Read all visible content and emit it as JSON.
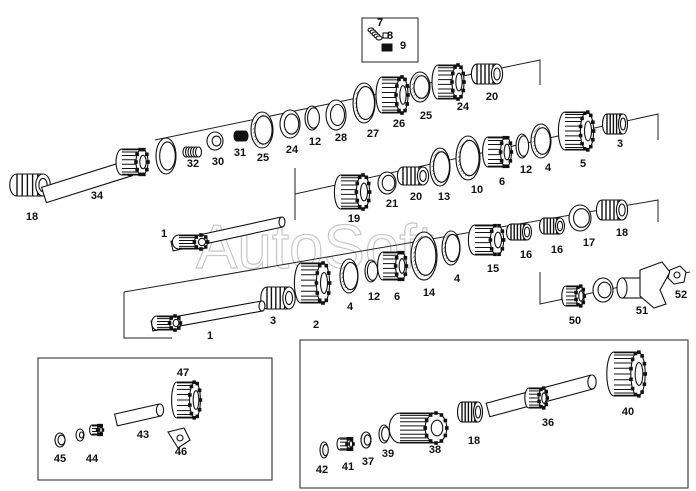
{
  "diagram": {
    "watermark": "AutoSoft",
    "callouts": [
      {
        "id": "c7",
        "text": "7"
      },
      {
        "id": "c8",
        "text": "8"
      },
      {
        "id": "c9",
        "text": "9"
      },
      {
        "id": "c20a",
        "text": "20"
      },
      {
        "id": "c24a",
        "text": "24"
      },
      {
        "id": "c25a",
        "text": "25"
      },
      {
        "id": "c26",
        "text": "26"
      },
      {
        "id": "c27",
        "text": "27"
      },
      {
        "id": "c28",
        "text": "28"
      },
      {
        "id": "c12a",
        "text": "12"
      },
      {
        "id": "c24b",
        "text": "24"
      },
      {
        "id": "c25b",
        "text": "25"
      },
      {
        "id": "c31",
        "text": "31"
      },
      {
        "id": "c30",
        "text": "30"
      },
      {
        "id": "c32",
        "text": "32"
      },
      {
        "id": "c34",
        "text": "34"
      },
      {
        "id": "c18a",
        "text": "18"
      },
      {
        "id": "c3a",
        "text": "3"
      },
      {
        "id": "c5",
        "text": "5"
      },
      {
        "id": "c4a",
        "text": "4"
      },
      {
        "id": "c12b",
        "text": "12"
      },
      {
        "id": "c6a",
        "text": "6"
      },
      {
        "id": "c10",
        "text": "10"
      },
      {
        "id": "c13",
        "text": "13"
      },
      {
        "id": "c20b",
        "text": "20"
      },
      {
        "id": "c21",
        "text": "21"
      },
      {
        "id": "c19",
        "text": "19"
      },
      {
        "id": "c1a",
        "text": "1"
      },
      {
        "id": "c18b",
        "text": "18"
      },
      {
        "id": "c17",
        "text": "17"
      },
      {
        "id": "c16a",
        "text": "16"
      },
      {
        "id": "c16b",
        "text": "16"
      },
      {
        "id": "c15",
        "text": "15"
      },
      {
        "id": "c4b",
        "text": "4"
      },
      {
        "id": "c14",
        "text": "14"
      },
      {
        "id": "c6b",
        "text": "6"
      },
      {
        "id": "c12c",
        "text": "12"
      },
      {
        "id": "c4c",
        "text": "4"
      },
      {
        "id": "c2",
        "text": "2"
      },
      {
        "id": "c3b",
        "text": "3"
      },
      {
        "id": "c1b",
        "text": "1"
      },
      {
        "id": "c50",
        "text": "50"
      },
      {
        "id": "c51",
        "text": "51"
      },
      {
        "id": "c52",
        "text": "52"
      },
      {
        "id": "c47",
        "text": "47"
      },
      {
        "id": "c43",
        "text": "43"
      },
      {
        "id": "c46",
        "text": "46"
      },
      {
        "id": "c45",
        "text": "45"
      },
      {
        "id": "c44",
        "text": "44"
      },
      {
        "id": "c40",
        "text": "40"
      },
      {
        "id": "c36",
        "text": "36"
      },
      {
        "id": "c18c",
        "text": "18"
      },
      {
        "id": "c38",
        "text": "38"
      },
      {
        "id": "c39",
        "text": "39"
      },
      {
        "id": "c37",
        "text": "37"
      },
      {
        "id": "c41",
        "text": "41"
      },
      {
        "id": "c42",
        "text": "42"
      }
    ]
  }
}
